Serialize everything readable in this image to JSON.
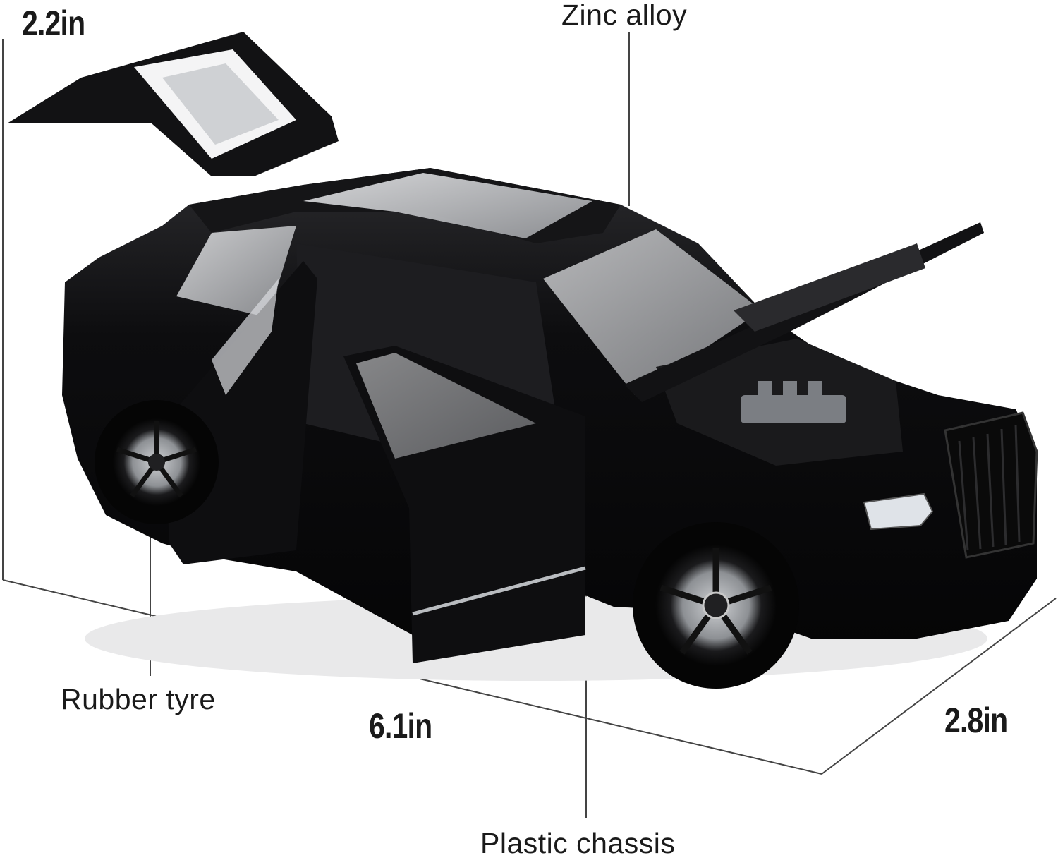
{
  "labels": {
    "zinc_alloy": "Zinc alloy",
    "rubber_tyre": "Rubber tyre",
    "plastic_chassis": "Plastic chassis"
  },
  "dimensions": {
    "height": "2.2in",
    "length": "6.1in",
    "width": "2.8in"
  },
  "colors": {
    "body": "#0b0b0c",
    "lines": "#333333",
    "text": "#1a1a1a",
    "background": "#ffffff"
  }
}
